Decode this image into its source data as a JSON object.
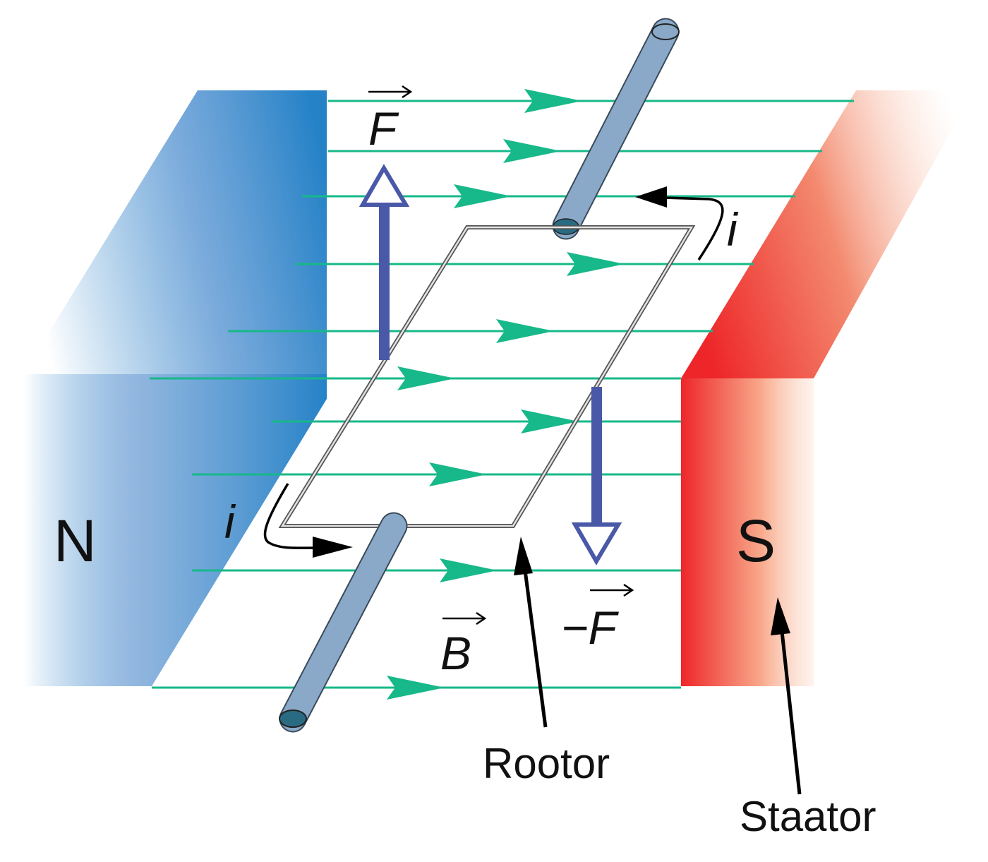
{
  "labels": {
    "north_pole": "N",
    "south_pole": "S",
    "force": "F",
    "negative_force": "−F",
    "magnetic_field": "B",
    "current_top": "i",
    "current_bottom": "i",
    "rotor": "Rootor",
    "stator": "Staator"
  },
  "colors": {
    "north_magnet": "#2582c7",
    "south_magnet": "#ee2629",
    "field_lines": "#17b889",
    "force_arrows": "#4a58a8",
    "shaft": "#8aa9c8",
    "shaft_end": "#2a6b84",
    "coil": "#8c8c8c",
    "pointers": "#000000"
  }
}
